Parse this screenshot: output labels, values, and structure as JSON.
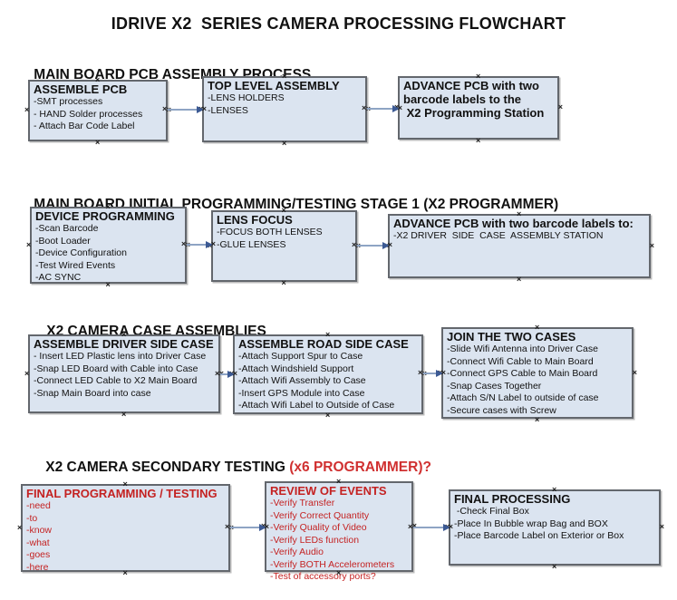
{
  "title": "IDRIVE X2  SERIES CAMERA PROCESSING FLOWCHART",
  "icons": {
    "connector_handle": "×"
  },
  "colors": {
    "box_fill": "#dbe4f0",
    "box_border": "#63676d",
    "arrow_line": "#8ea4c4",
    "arrow_head": "#3c5a94",
    "red_text": "#c42222",
    "header_red": "#d03030"
  },
  "sections": [
    {
      "header": "MAIN BOARD PCB ASSEMBLY PROCESS",
      "boxes": [
        {
          "title": "ASSEMBLE PCB",
          "lines": [
            "-SMT processes",
            "- HAND Solder processes",
            "- Attach Bar Code Label"
          ]
        },
        {
          "title": "TOP LEVEL ASSEMBLY",
          "lines": [
            "-LENS HOLDERS",
            "-LENSES"
          ]
        },
        {
          "title": "ADVANCE PCB with two\nbarcode labels to the\n X2 Programming Station",
          "lines": []
        }
      ]
    },
    {
      "header": "MAIN BOARD INITIAL PROGRAMMING/TESTING STAGE 1 (X2 PROGRAMMER)",
      "boxes": [
        {
          "title": "DEVICE PROGRAMMING",
          "lines": [
            "-Scan Barcode",
            "-Boot Loader",
            "-Device Configuration",
            "-Test Wired Events",
            "-AC SYNC"
          ]
        },
        {
          "title": "LENS FOCUS",
          "lines": [
            "-FOCUS BOTH LENSES",
            "-GLUE LENSES"
          ]
        },
        {
          "title": "ADVANCE PCB with two barcode labels to:",
          "lines": [
            "-X2 DRIVER  SIDE  CASE  ASSEMBLY STATION"
          ]
        }
      ]
    },
    {
      "header": "X2 CAMERA CASE ASSEMBLIES",
      "boxes": [
        {
          "title": "ASSEMBLE DRIVER SIDE CASE",
          "lines": [
            "- Insert LED Plastic lens into Driver Case",
            "-Snap LED Board with Cable into Case",
            "-Connect LED Cable to X2 Main Board",
            "-Snap Main Board into case"
          ]
        },
        {
          "title": "ASSEMBLE ROAD SIDE CASE",
          "lines": [
            "-Attach Support Spur to Case",
            "-Attach Windshield Support",
            "-Attach Wifi Assembly to Case",
            "-Insert GPS Module into Case",
            "-Attach Wifi Label to Outside of Case"
          ]
        },
        {
          "title": "JOIN THE TWO CASES",
          "lines": [
            "-Slide Wifi Antenna into Driver Case",
            "-Connect Wifi Cable to Main Board",
            "-Connect GPS Cable to Main Board",
            "-Snap Cases Together",
            "-Attach S/N Label to outside of case",
            "-Secure cases with Screw"
          ]
        }
      ]
    },
    {
      "header": "X2 CAMERA SECONDARY TESTING ",
      "header_suffix": "(x6 PROGRAMMER)?",
      "boxes": [
        {
          "title": "FINAL PROGRAMMING / TESTING",
          "lines": [
            "-need",
            "-to",
            "-know",
            "-what",
            "-goes",
            "-here"
          ]
        },
        {
          "title": "REVIEW OF EVENTS",
          "lines": [
            "-Verify Transfer",
            "-Verify Correct Quantity",
            "-Verify Quality of Video",
            "-Verify LEDs function",
            "-Verify Audio",
            "-Verify BOTH Accelerometers",
            "-Test of accessory ports?"
          ]
        },
        {
          "title": "FINAL PROCESSING",
          "lines": [
            " -Check Final Box",
            "-Place In Bubble wrap Bag and BOX",
            "-Place Barcode Label on Exterior or Box"
          ]
        }
      ]
    }
  ]
}
